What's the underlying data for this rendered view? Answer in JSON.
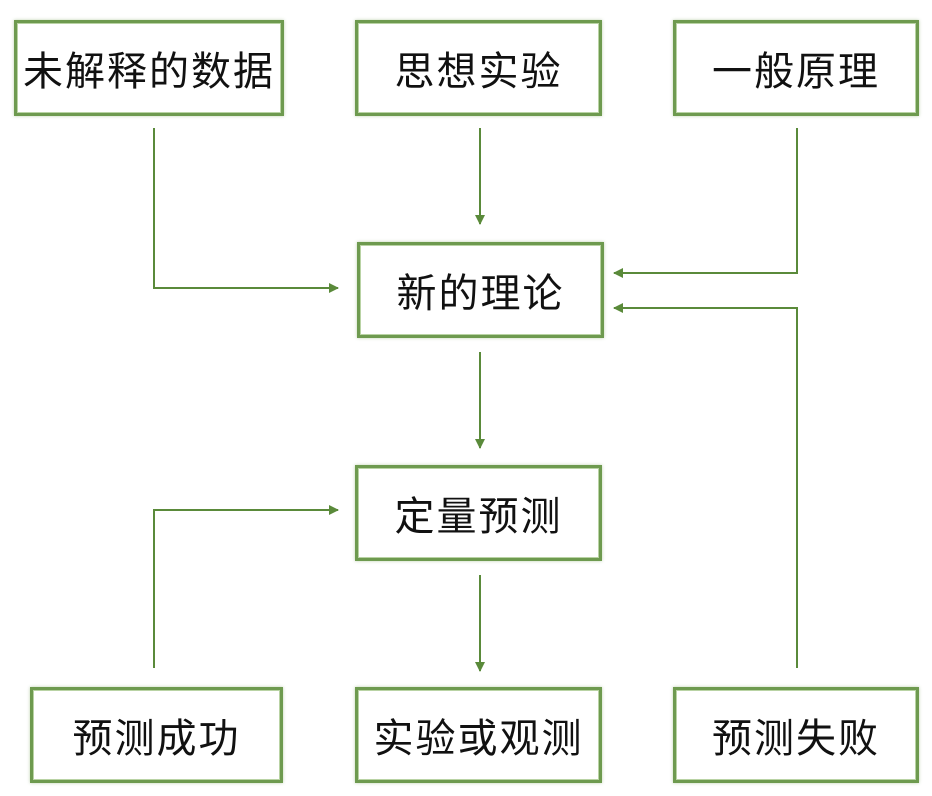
{
  "nodes": {
    "unexplained_data": "未解释的数据",
    "thought_experiment": "思想实验",
    "general_principle": "一般原理",
    "new_theory": "新的理论",
    "quantitative_prediction": "定量预测",
    "prediction_success": "预测成功",
    "experiment_observation": "实验或观测",
    "prediction_failure": "预测失败"
  },
  "colors": {
    "box_border": "#6e9a4f",
    "arrow": "#5a8a3a",
    "text": "#111111"
  }
}
